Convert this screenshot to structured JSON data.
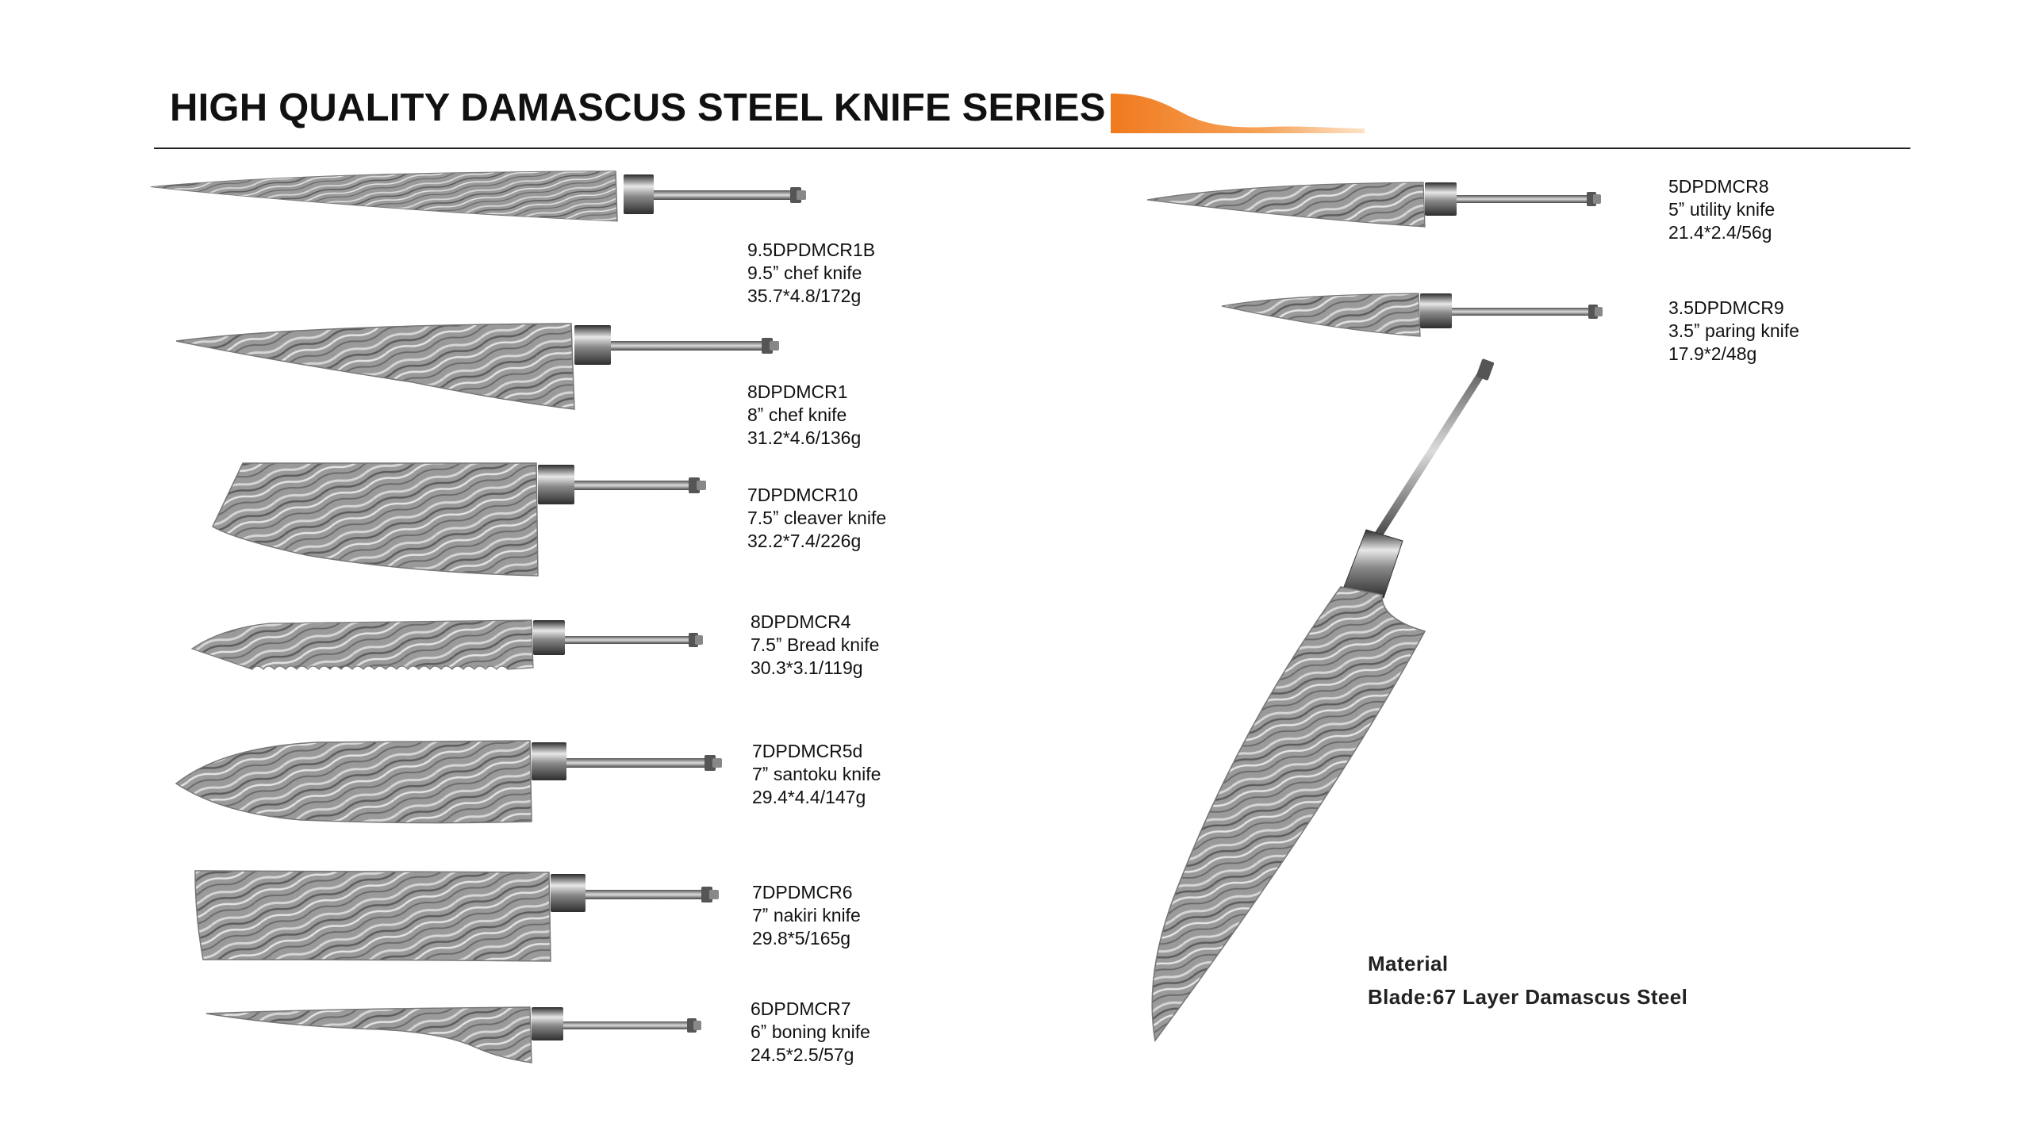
{
  "header": {
    "title": "HIGH QUALITY DAMASCUS STEEL KNIFE SERIES",
    "accent_color": "#f08a2a"
  },
  "knives": [
    {
      "code": "9.5DPDMCR1B",
      "name": "9.5ˮ chef knife",
      "spec": "35.7*4.8/172g"
    },
    {
      "code": "8DPDMCR1",
      "name": "8ˮ chef knife",
      "spec": "31.2*4.6/136g"
    },
    {
      "code": "7DPDMCR10",
      "name": "7.5ˮ cleaver knife",
      "spec": "32.2*7.4/226g"
    },
    {
      "code": "8DPDMCR4",
      "name": "7.5ˮ Bread knife",
      "spec": "30.3*3.1/119g"
    },
    {
      "code": "7DPDMCR5d",
      "name": "7ˮ santoku knife",
      "spec": "29.4*4.4/147g"
    },
    {
      "code": "7DPDMCR6",
      "name": "7ˮ nakiri knife",
      "spec": "29.8*5/165g"
    },
    {
      "code": "6DPDMCR7",
      "name": "6ˮ boning knife",
      "spec": "24.5*2.5/57g"
    },
    {
      "code": "5DPDMCR8",
      "name": "5ˮ utility knife",
      "spec": "21.4*2.4/56g"
    },
    {
      "code": "3.5DPDMCR9",
      "name": "3.5ˮ paring knife",
      "spec": "17.9*2/48g"
    }
  ],
  "material": {
    "heading": "Material",
    "blade": "Blade:67 Layer Damascus Steel"
  }
}
